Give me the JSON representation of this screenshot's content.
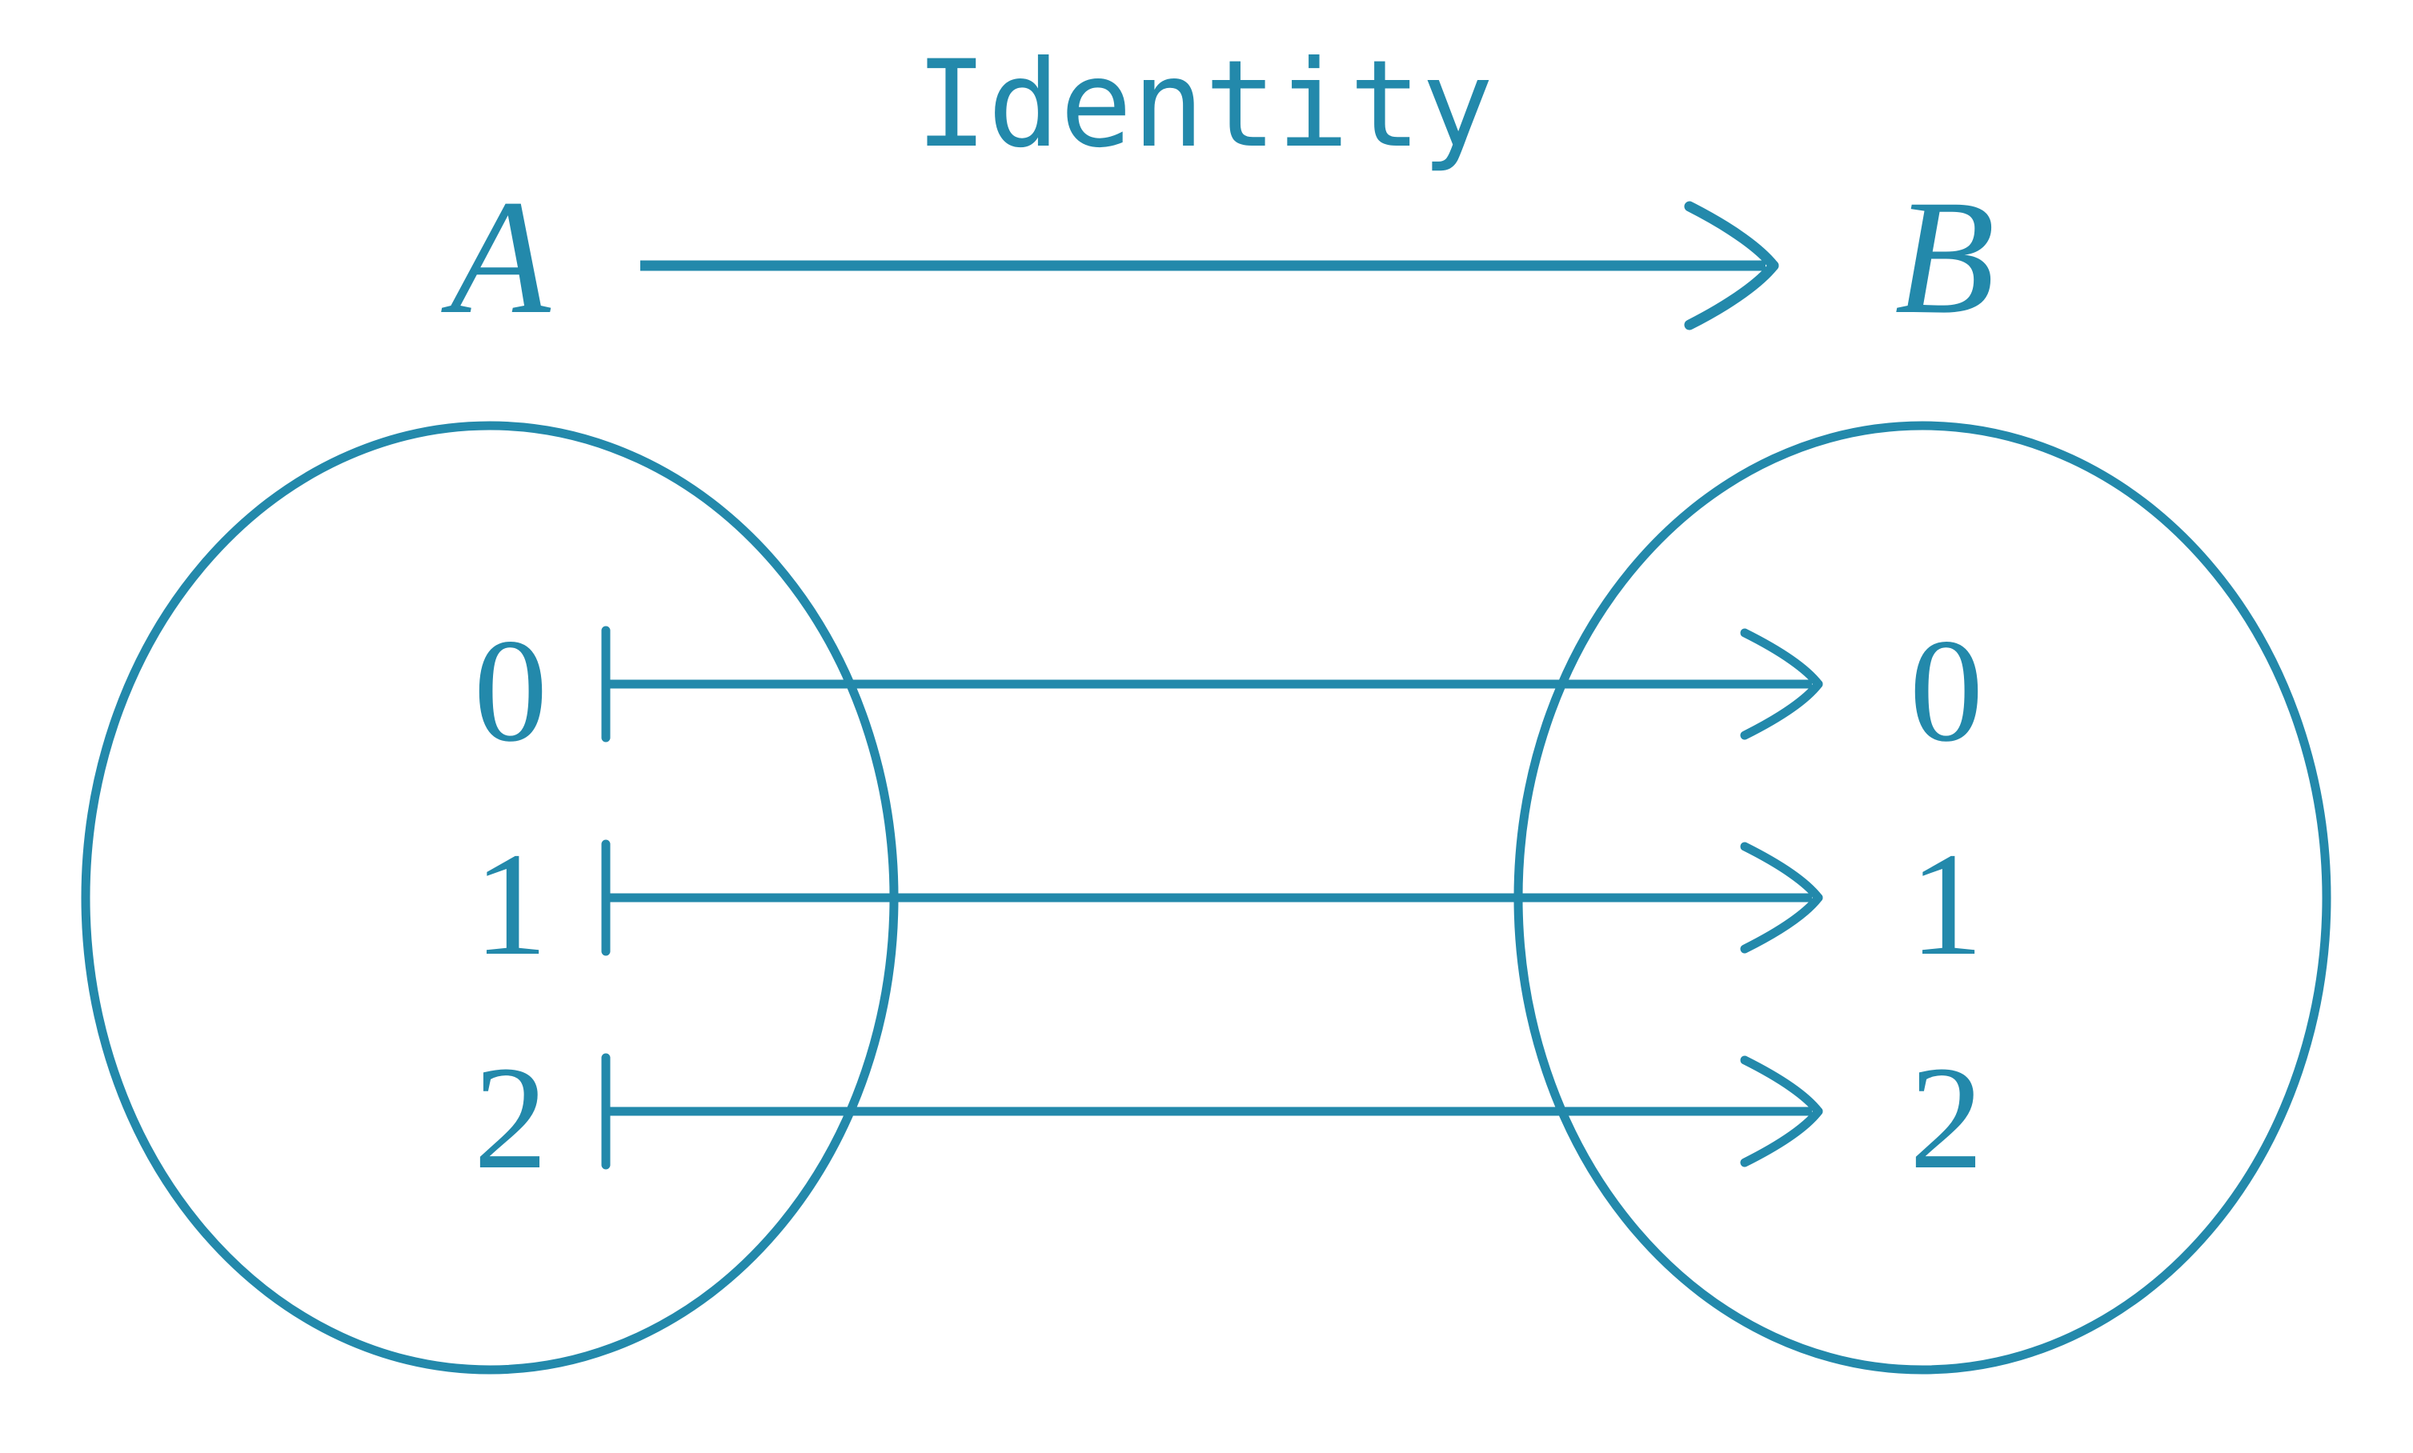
{
  "diagram": {
    "type": "set-mapping-diagram",
    "title_label": "Identity",
    "background_color": "#ffffff",
    "stroke_color": "#2389ab",
    "domain": {
      "name": "A",
      "label": "A",
      "elements": [
        "0",
        "1",
        "2"
      ]
    },
    "codomain": {
      "name": "B",
      "label": "B",
      "elements": [
        "0",
        "1",
        "2"
      ]
    },
    "top_arrow": {
      "label": "Identity",
      "from": "A",
      "to": "B",
      "style": "straight-arrow"
    },
    "mappings": [
      {
        "source": "0",
        "target": "0",
        "style": "maps-to"
      },
      {
        "source": "1",
        "target": "1",
        "style": "maps-to"
      },
      {
        "source": "2",
        "target": "2",
        "style": "maps-to"
      }
    ]
  }
}
